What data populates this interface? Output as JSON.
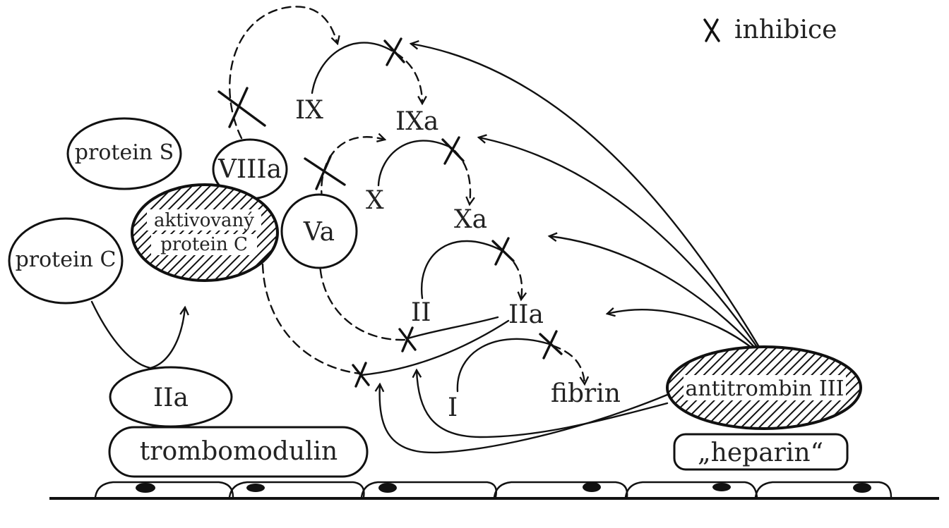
{
  "legend": {
    "symbol": "✕",
    "text": "inhibice"
  },
  "nodes": {
    "protein_s": "protein S",
    "protein_c": "protein C",
    "aktivovany_line1": "aktivovaný",
    "aktivovany_line2": "protein C",
    "viiia": "VIIIa",
    "va": "Va",
    "iia_left": "IIa",
    "trombomodulin": "trombomodulin",
    "antitrombin": "antitrombin III",
    "heparin": "„heparin“"
  },
  "factors": {
    "ix": "IX",
    "ixa": "IXa",
    "x": "X",
    "xa": "Xa",
    "ii": "II",
    "iia": "IIa",
    "i": "I",
    "fibrin": "fibrin"
  }
}
